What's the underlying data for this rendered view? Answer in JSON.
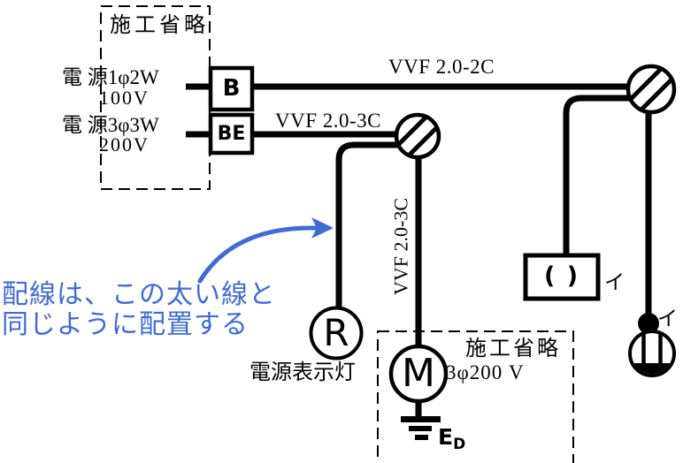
{
  "colors": {
    "line": "#000000",
    "annotation_blue": "#3f6bd3",
    "background": "#ffffff"
  },
  "source_panel": {
    "title": "施工省略",
    "source1_name": "電 源1φ2W",
    "source1_voltage": "100V",
    "breaker1": "B",
    "source2_name": "電 源3φ3W",
    "source2_voltage": "200V",
    "breaker2": "BE"
  },
  "cables": {
    "top_label": "VVF 2.0-2C",
    "branch_label": "VVF 2.0-3C",
    "vertical_label": "VVF 2.0-3C"
  },
  "pilot_lamp": {
    "symbol": "R",
    "caption": "電源表示灯"
  },
  "motor_panel": {
    "title": "施工省略",
    "motor_symbol": "M",
    "spec": "3φ200 V",
    "ground_main": "E",
    "ground_sub": "D"
  },
  "ceiling_box": {
    "symbol": "( )",
    "circuit_label": "イ"
  },
  "pendant": {
    "circuit_label": "イ"
  },
  "annotation": {
    "line1": "配線は、この太い線と",
    "line2": "同じように配置する"
  }
}
